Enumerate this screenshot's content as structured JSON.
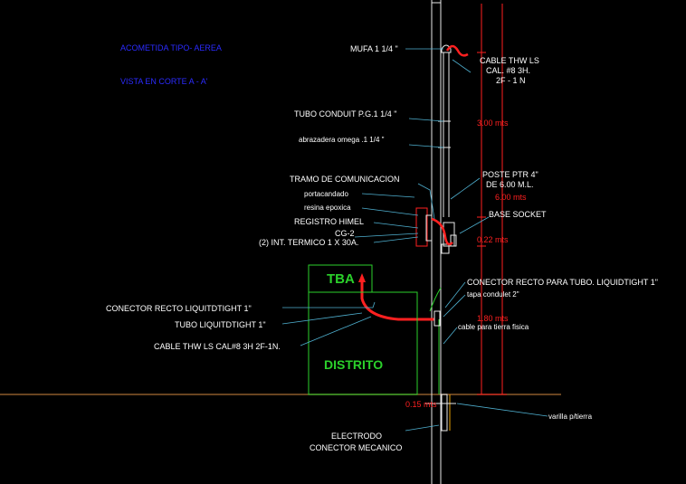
{
  "colors": {
    "background": "#000000",
    "text": "#ffffff",
    "title_blue": "#2b2bff",
    "dimension_red": "#ff2020",
    "ground_line": "#8a5a2a",
    "green_line": "#2bd12b",
    "pole_white": "#e8e8e8",
    "leader_cyan": "#4fb0d0"
  },
  "titles": {
    "line1": "ACOMETIDA TIPO- AEREA",
    "line2": "VISTA EN CORTE A - A'"
  },
  "labels": {
    "mufa": "MUFA 1 1/4 \"",
    "cable_thw_1": "CABLE THW LS",
    "cable_thw_2": "CAL. #8 3H.",
    "cable_thw_3": "2F - 1 N",
    "tubo_conduit": "TUBO CONDUIT P.G.1 1/4 \"",
    "abrazadera": "abrazadera omega .1 1/4 \"",
    "tramo": "TRAMO DE COMUNICACION",
    "portacandado": "portacandado",
    "resina": "resina epoxica",
    "registro": "REGISTRO HIMEL",
    "cg2": "CG-2",
    "int_termico": "(2) INT. TERMICO  1 X 30A.",
    "poste_1": "POSTE PTR 4\"",
    "poste_2": "DE 6.00 M.L.",
    "base_socket": "BASE SOCKET",
    "tba": "TBA",
    "distrito": "DISTRITO",
    "conector_recto_liquidtight": "CONECTOR RECTO  LIQUITDTIGHT  1\"",
    "tubo_liquidtight": "TUBO LIQUITDTIGHT 1\"",
    "cable_thw_cal": "CABLE THW LS CAL#8 3H 2F-1N.",
    "conector_recto_tubo": "CONECTOR RECTO PARA TUBO. LIQUIDTIGHT 1\"",
    "tapa_condulet": "tapa condulet  2\"",
    "cable_tierra": "cable para tierra fisica",
    "varilla": "varilla p/tierra",
    "electrodo": "ELECTRODO",
    "conector_mecanico": "CONECTOR MECANICO"
  },
  "dimensions": {
    "d300": "3.00 mts",
    "d600": "6.00 mts",
    "d022": "0.22 mts",
    "d180": "1.80 mts",
    "d015": "0.15 mts"
  }
}
